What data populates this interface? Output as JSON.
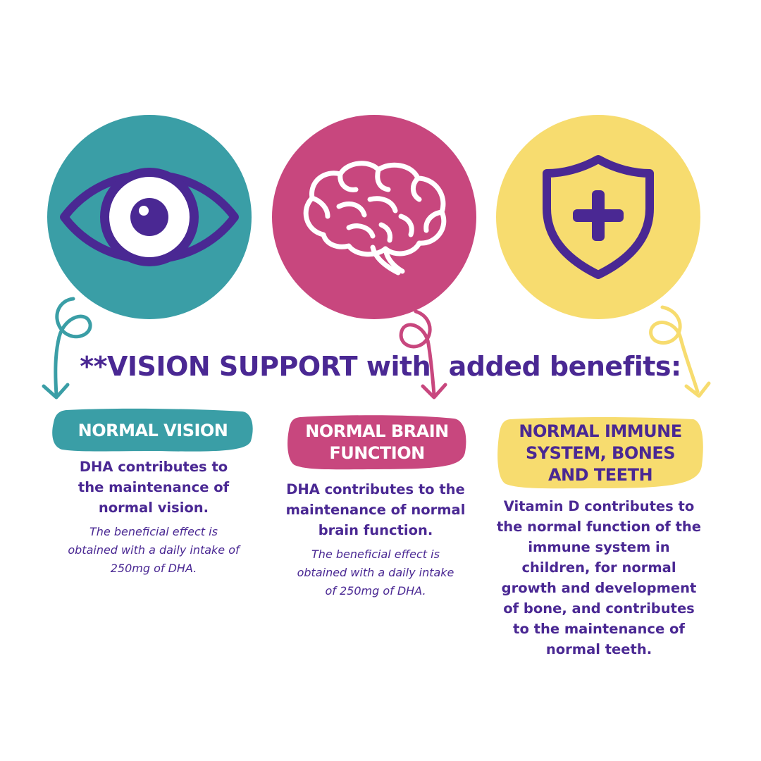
{
  "colors": {
    "teal": "#3a9ea6",
    "pink": "#c8477e",
    "yellow": "#f7dc6f",
    "purple": "#4a2893",
    "white": "#ffffff"
  },
  "icons": {
    "vision": "eye-icon",
    "brain": "brain-icon",
    "immune": "shield-plus-icon"
  },
  "headline": {
    "strong": "**VISION SUPPORT",
    "rest": " with  added benefits:"
  },
  "cards": {
    "vision": {
      "title": "NORMAL VISION",
      "body": "DHA contributes to the maintenance of normal vision.",
      "note": "The beneficial effect is obtained with a daily intake of 250mg of DHA."
    },
    "brain": {
      "title": "NORMAL BRAIN FUNCTION",
      "body": "DHA contributes to the maintenance of normal brain function.",
      "note": "The beneficial effect is obtained with a daily intake of 250mg of DHA."
    },
    "immune": {
      "title": "NORMAL IMMUNE SYSTEM, BONES AND TEETH",
      "body": "Vitamin D contributes to the normal function of the immune system in children, for normal growth and development of bone, and contributes to the maintenance of normal teeth."
    }
  }
}
